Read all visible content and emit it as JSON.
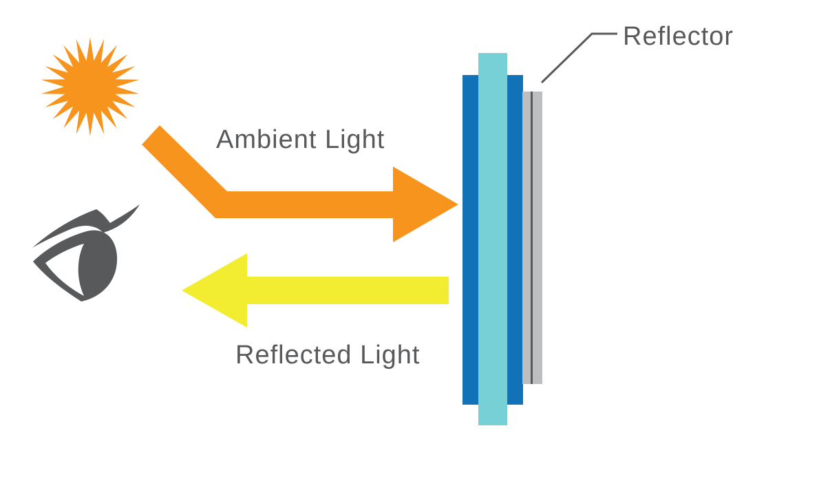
{
  "labels": {
    "ambient_light": "Ambient Light",
    "reflected_light": "Reflected Light",
    "reflector": "Reflector"
  },
  "icons": {
    "sun": "sun-icon",
    "eye": "eye-icon"
  },
  "colors": {
    "sun": "#f7941d",
    "ambient_arrow": "#f7941d",
    "reflected_arrow": "#f2ed30",
    "outer_glass": "#1172b8",
    "inner_layer": "#76d0d6",
    "reflector": "#bdbec0",
    "reflector_line": "#58595b",
    "text": "#58595b",
    "eye": "#58595b"
  }
}
